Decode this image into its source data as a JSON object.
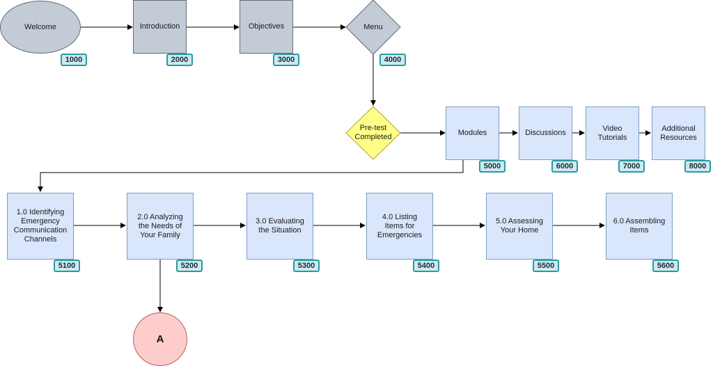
{
  "nodes": {
    "welcome": "Welcome",
    "introduction": "Introduction",
    "objectives": "Objectives",
    "menu": "Menu",
    "pretest": "Pre-test Completed",
    "modules": "Modules",
    "discussions": "Discussions",
    "video_tutorials": "Video Tutorials",
    "additional_resources": "Additional Resources",
    "m1": "1.0 Identifying Emergency Communication Channels",
    "m2": "2.0 Analyzing the Needs of Your Family",
    "m3": "3.0 Evaluating the Situation",
    "m4": "4.0 Listing Items for Emergencies",
    "m5": "5.0 Assessing Your Home",
    "m6": "6.0 Assembling Items",
    "connector": "A"
  },
  "badges": {
    "welcome": "1000",
    "introduction": "2000",
    "objectives": "3000",
    "menu": "4000",
    "modules": "5000",
    "discussions": "6000",
    "video_tutorials": "7000",
    "additional_resources": "8000",
    "m1": "5100",
    "m2": "5200",
    "m3": "5300",
    "m4": "5400",
    "m5": "5500",
    "m6": "5600"
  },
  "colors": {
    "gray_fill": "#c3ccd6",
    "blue_fill": "#d9e6fb",
    "diamond_yellow": "#ffff88",
    "badge_fill": "#cdeaf0",
    "badge_border": "#2a9aa0",
    "connector_fill": "#ffcccc"
  }
}
